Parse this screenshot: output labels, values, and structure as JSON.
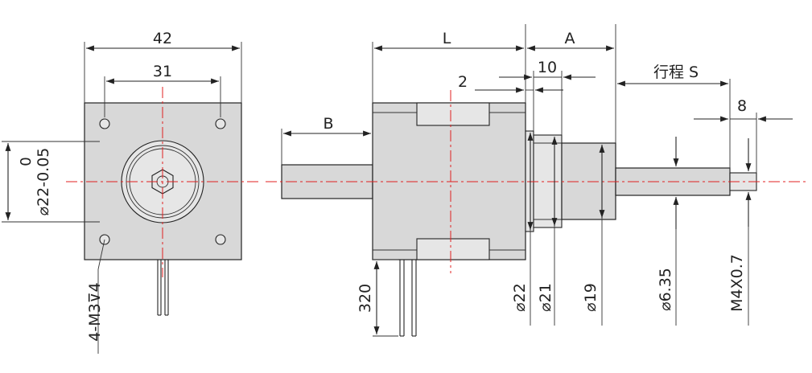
{
  "front_view": {
    "width_outer": "42",
    "hole_spacing": "31",
    "pilot_diameter": "⌀22-0.05",
    "pilot_tol_upper": "0",
    "mount_holes": "4-M3⊽4"
  },
  "side_view": {
    "length_L": "L",
    "dim_A": "A",
    "dim_2": "2",
    "dim_10": "10",
    "stroke_label": "行程  S",
    "dim_8": "8",
    "dim_B": "B",
    "lead_length": "320",
    "dia_22": "⌀22",
    "dia_21": "⌀21",
    "dia_19": "⌀19",
    "dia_635": "⌀6.35",
    "thread": "M4X0.7"
  }
}
